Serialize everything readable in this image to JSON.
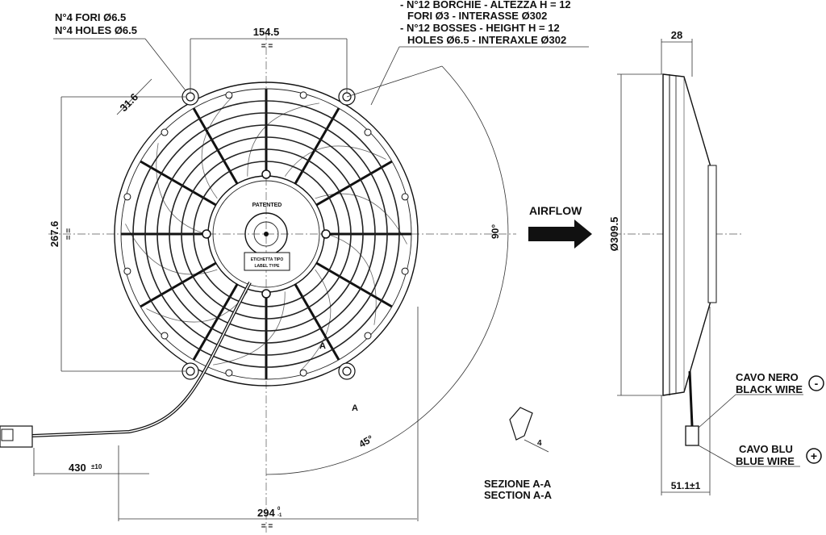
{
  "notes": {
    "holes_it": "N°4 FORI Ø6.5",
    "holes_en": "N°4 HOLES Ø6.5",
    "bosses_it_1": "- N°12 BORCHIE - ALTEZZA H = 12",
    "bosses_it_2": "FORI Ø3 - INTERASSE Ø302",
    "bosses_en_1": "- N°12 BOSSES - HEIGHT H = 12",
    "bosses_en_2": "HOLES Ø6.5 - INTERAXLE Ø302"
  },
  "dimensions": {
    "top_width": "154.5",
    "diag": "31.6",
    "height": "267.6",
    "equal": "= =",
    "angle_90": "90°",
    "angle_45": "45°",
    "cable_length": "430",
    "cable_tol": "±10",
    "overall_width": "294",
    "overall_tol_upper": "0",
    "overall_tol_lower": "-1",
    "depth_top": "28",
    "diameter": "Ø309.5",
    "depth_bottom": "51.1±1",
    "section_small": "4",
    "section_marker": "A"
  },
  "labels": {
    "airflow": "AIRFLOW",
    "patented": "PATENTED",
    "label_it": "ETICHETTA TIPO",
    "label_en": "LABEL TYPE",
    "section_it": "SEZIONE A-A",
    "section_en": "SECTION A-A",
    "black_it": "CAVO NERO",
    "black_en": "BLACK WIRE",
    "blue_it": "CAVO BLU",
    "blue_en": "BLUE WIRE",
    "minus_symbol": "-",
    "plus_symbol": "+"
  }
}
